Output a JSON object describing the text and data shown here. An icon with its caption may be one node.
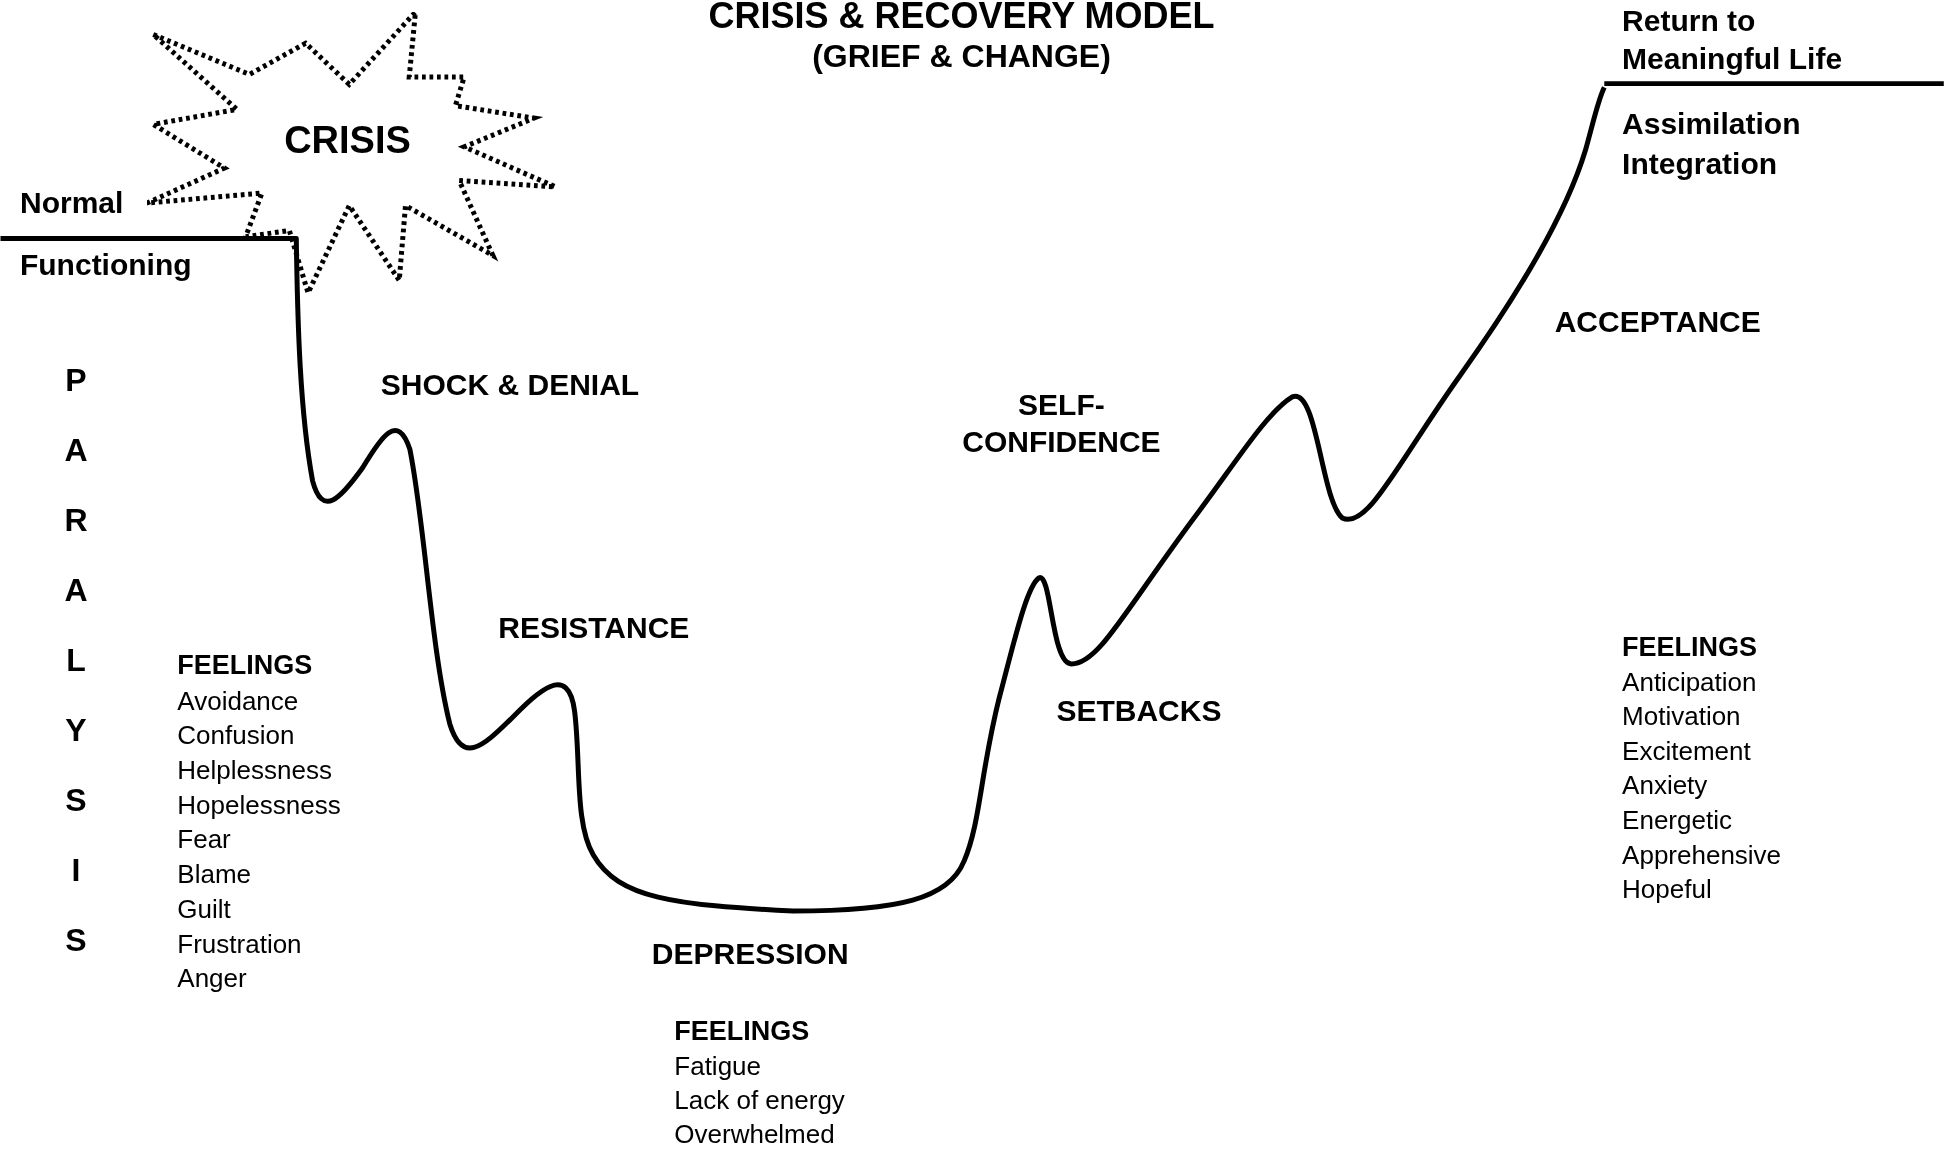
{
  "diagram": {
    "title": "CRISIS & RECOVERY MODEL",
    "nodes": [
      {
        "text": [
          "CRISIS"
        ]
      }
    ],
    "labels": [
      "(GRIEF & CHANGE)",
      "Return to Meaningful Life",
      "Assimilation",
      "Integration",
      "Normal",
      "Functioning",
      "PARALYSIS",
      "ACCEPTANCE",
      "SHOCK & DENIAL",
      "SELF-CONFIDENCE",
      "RESISTANCE",
      "SETBACKS",
      "FEELINGS",
      "Avoidance",
      "Confusion",
      "Helplessness",
      "Hopelessness",
      "Fear",
      "Blame",
      "Guilt",
      "Frustration",
      "Anger",
      "FEELINGS",
      "Anticipation",
      "Motivation",
      "Excitement",
      "Anxiety",
      "Energetic",
      "Apprehensive",
      "Hopeful",
      "DEPRESSION",
      "FEELINGS",
      "Fatigue",
      "Lack of energy",
      "Overwhelmed"
    ]
  }
}
